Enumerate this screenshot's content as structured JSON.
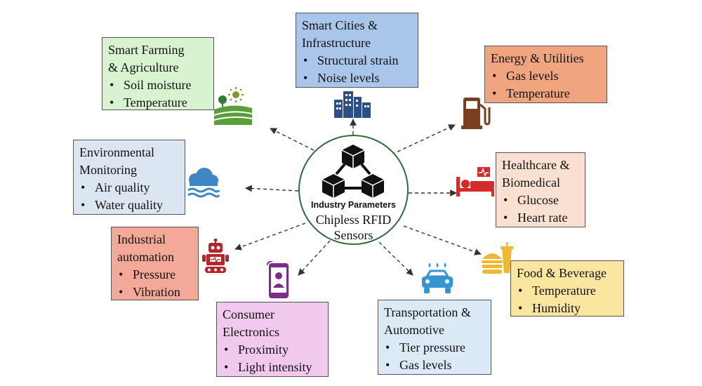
{
  "center": {
    "tag": "Industry Parameters",
    "label": "Chipless RFID\nSensors",
    "border_color": "#2e6b3a"
  },
  "categories": [
    {
      "id": "farming",
      "title": "Smart Farming\n& Agriculture",
      "items": [
        "Soil moisture",
        "Temperature"
      ],
      "fill": "#d9f2d0",
      "icon": "farm-field-icon"
    },
    {
      "id": "cities",
      "title": "Smart Cities &\nInfrastructure",
      "items": [
        "Structural strain",
        "Noise levels"
      ],
      "fill": "#a9c6ea",
      "icon": "city-buildings-icon"
    },
    {
      "id": "energy",
      "title": "Energy & Utilities",
      "items": [
        "Gas levels",
        "Temperature"
      ],
      "fill": "#f0a57f",
      "icon": "fuel-pump-icon"
    },
    {
      "id": "environment",
      "title": "Environmental\nMonitoring",
      "items": [
        "Air quality",
        "Water quality"
      ],
      "fill": "#dce6f2",
      "icon": "cloud-water-icon"
    },
    {
      "id": "healthcare",
      "title": "Healthcare &\nBiomedical",
      "items": [
        "Glucose",
        "Heart rate"
      ],
      "fill": "#f9e0d1",
      "icon": "hospital-bed-icon"
    },
    {
      "id": "industrial",
      "title": "Industrial\nautomation",
      "items": [
        "Pressure",
        "Vibration"
      ],
      "fill": "#f4a998",
      "icon": "robot-icon"
    },
    {
      "id": "food",
      "title": "Food & Beverage",
      "items": [
        "Temperature",
        "Humidity"
      ],
      "fill": "#fbe6a0",
      "icon": "burger-drink-icon"
    },
    {
      "id": "consumer",
      "title": "Consumer\nElectronics",
      "items": [
        "Proximity",
        "Light intensity"
      ],
      "fill": "#f1c9ee",
      "icon": "smartphone-icon"
    },
    {
      "id": "transport",
      "title": "Transportation &\nAutomotive",
      "items": [
        "Tier pressure",
        "Gas levels"
      ],
      "fill": "#dbeaf6",
      "icon": "car-icon"
    }
  ]
}
